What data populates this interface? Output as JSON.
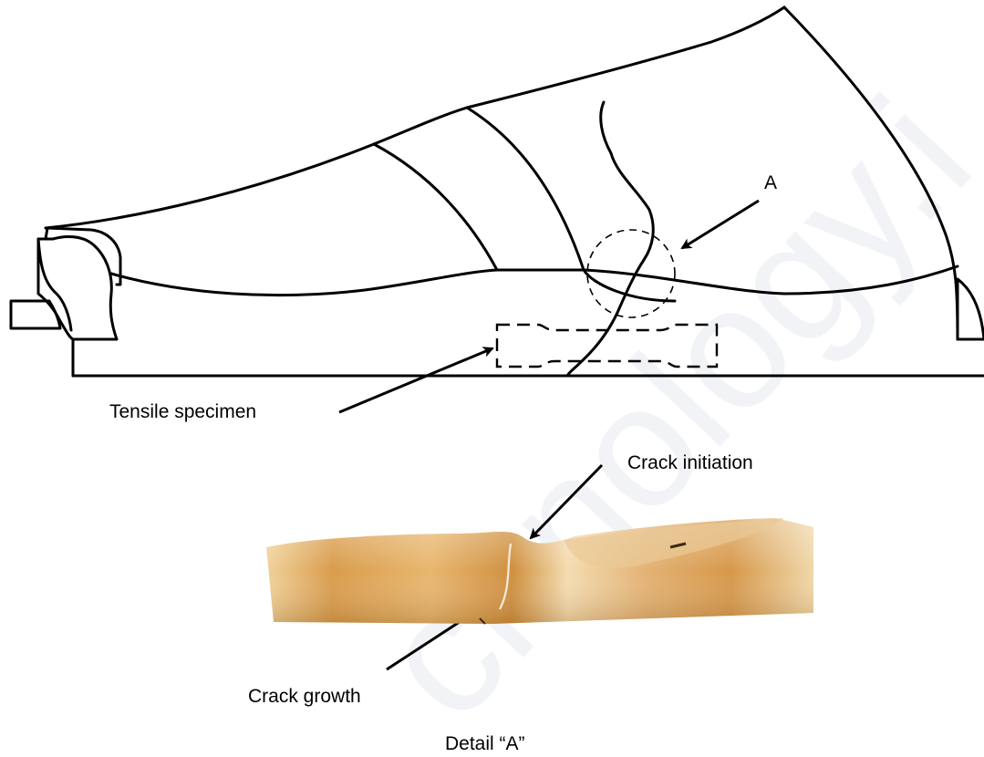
{
  "labels": {
    "detail_marker": "A",
    "tensile_specimen": "Tensile specimen",
    "crack_initiation": "Crack initiation",
    "crack_growth": "Crack growth",
    "detail_caption": "Detail “A”"
  },
  "watermark": "chnology.i",
  "colors": {
    "line": "#000000",
    "photo_light": "#f3dcb0",
    "photo_mid": "#dca45a",
    "photo_dark": "#b87a2c"
  }
}
